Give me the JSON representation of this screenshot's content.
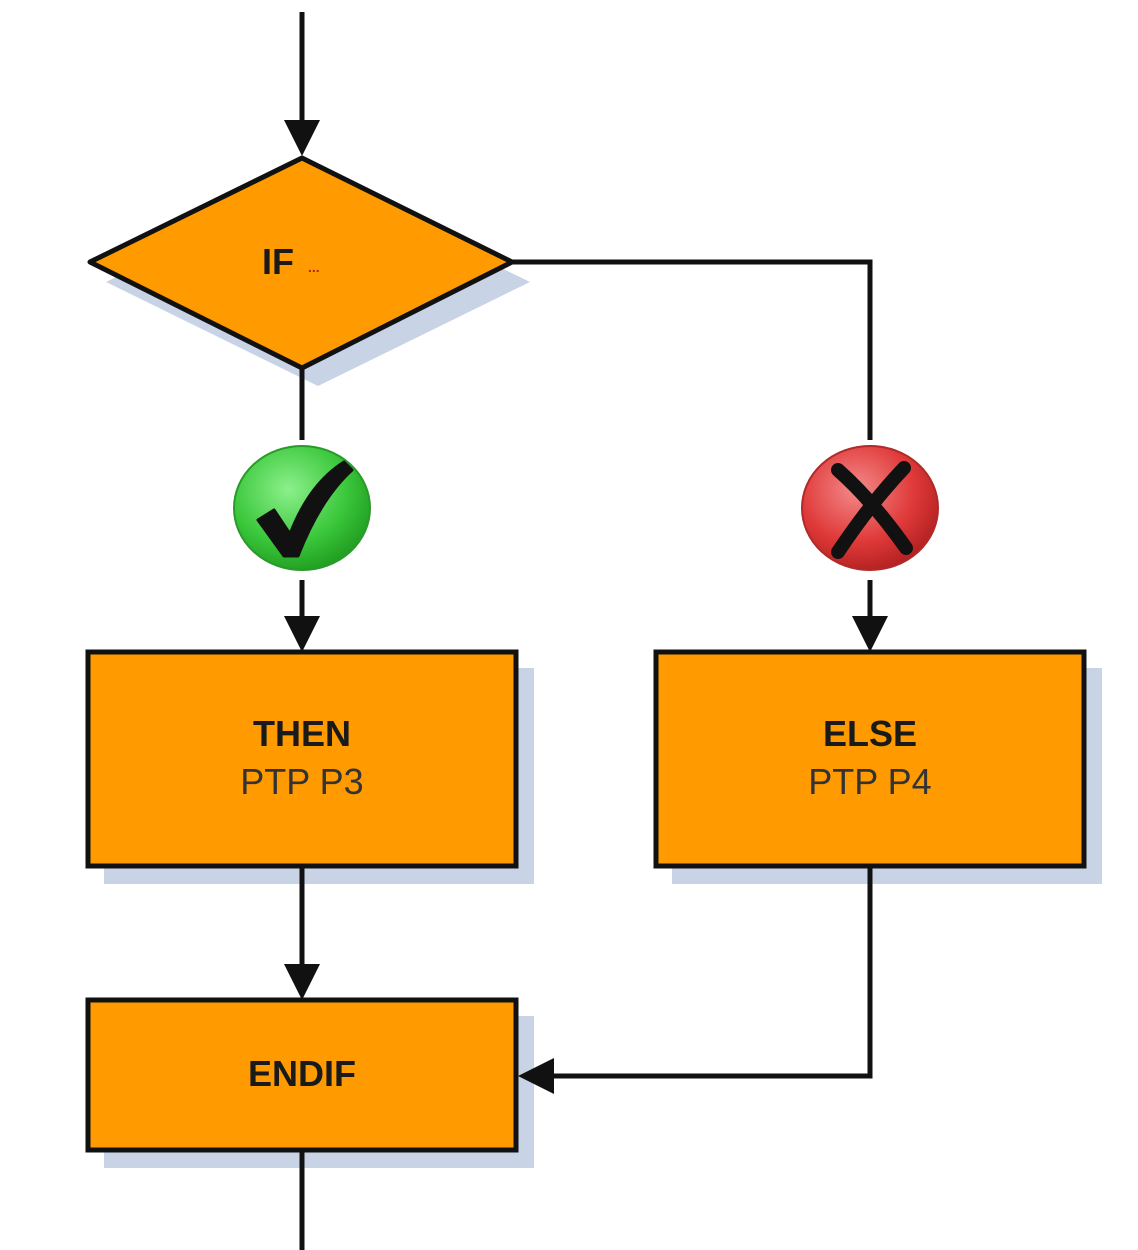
{
  "diagram": {
    "colors": {
      "box_fill": "#FF9A00",
      "box_stroke": "#111111",
      "shadow": "#C9D3E6",
      "connector": "#111111",
      "yes_badge": "#3CC83C",
      "no_badge": "#E03A3A"
    },
    "decision": {
      "label": "IF",
      "ellipsis": "...",
      "kind": "diamond"
    },
    "yes_badge": {
      "icon": "check-icon",
      "meaning": "true"
    },
    "no_badge": {
      "icon": "x-icon",
      "meaning": "false"
    },
    "then_box": {
      "title": "THEN",
      "subtitle": "PTP P3"
    },
    "else_box": {
      "title": "ELSE",
      "subtitle": "PTP P4"
    },
    "endif_box": {
      "title": "ENDIF"
    }
  }
}
